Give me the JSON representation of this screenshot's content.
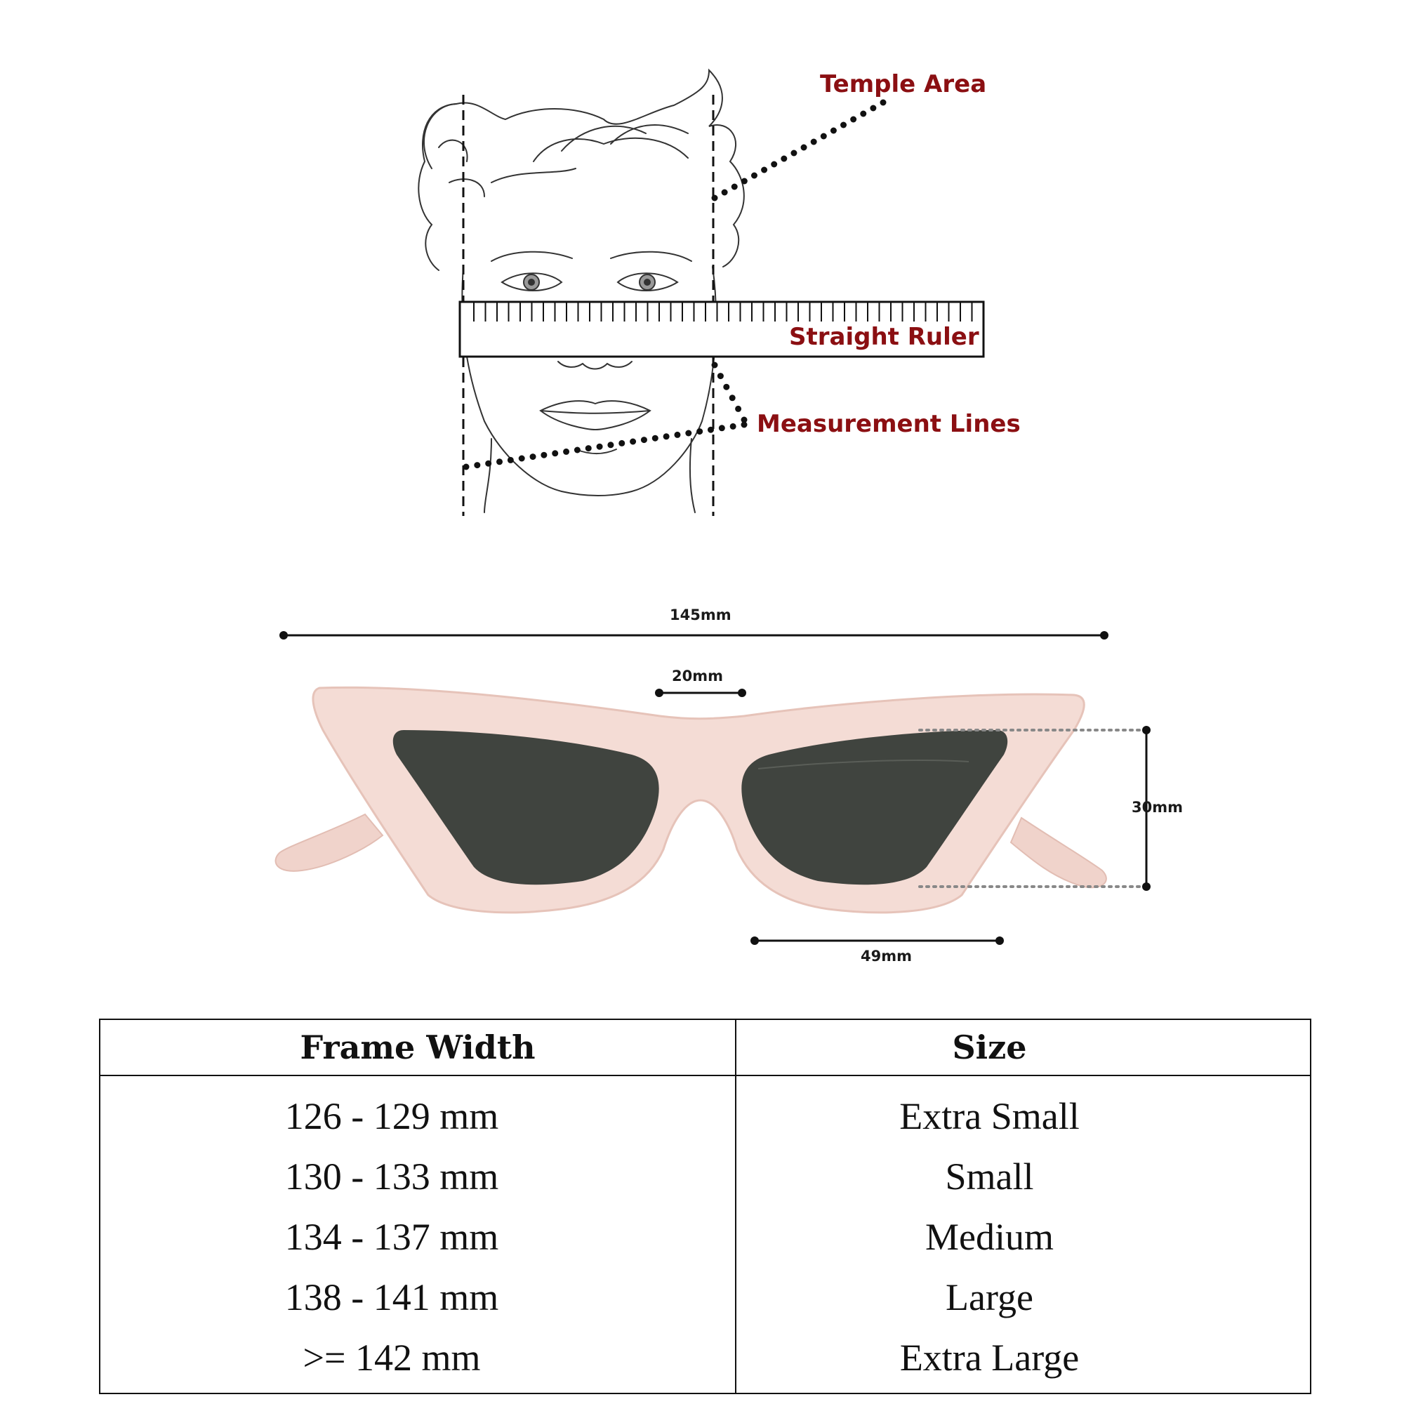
{
  "labels": {
    "temple_area": "Temple Area",
    "straight_ruler": "Straight Ruler",
    "measurement_lines": "Measurement Lines"
  },
  "dimensions": {
    "total_width": "145mm",
    "bridge": "20mm",
    "lens_height": "30mm",
    "lens_width": "49mm"
  },
  "colors": {
    "label_red": "#8b0f12",
    "frame_pink": "#f4dcd5",
    "lens_dark": "#40443f"
  },
  "size_table": {
    "headers": [
      "Frame Width",
      "Size"
    ],
    "rows": [
      {
        "width": "126 - 129 mm",
        "size": "Extra Small"
      },
      {
        "width": "130 - 133 mm",
        "size": "Small"
      },
      {
        "width": "134 - 137 mm",
        "size": "Medium"
      },
      {
        "width": "138 - 141 mm",
        "size": "Large"
      },
      {
        "width": ">= 142 mm",
        "size": "Extra Large"
      }
    ]
  }
}
